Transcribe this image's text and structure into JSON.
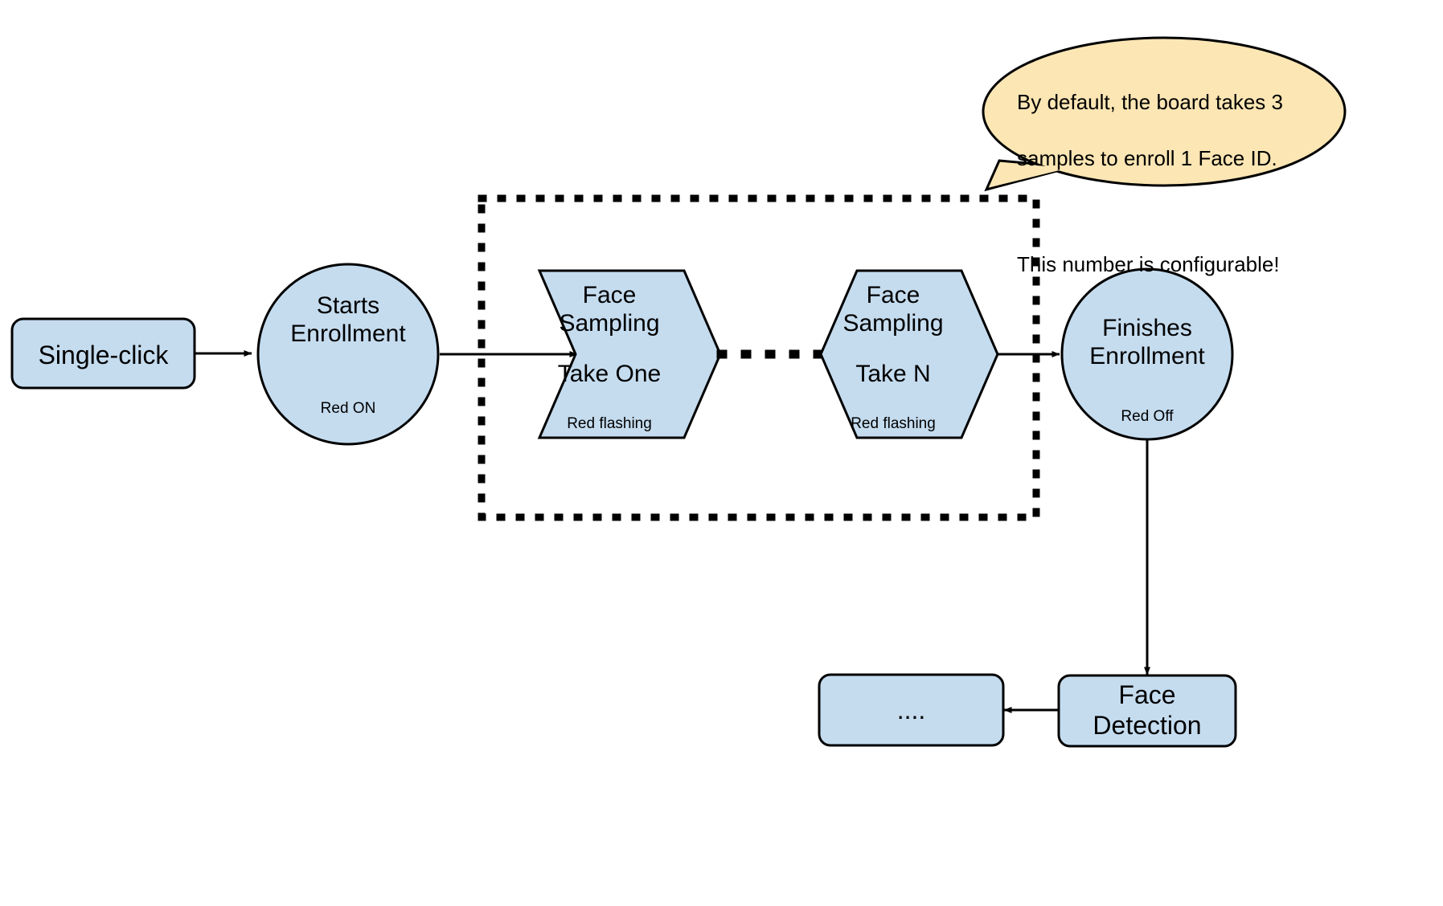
{
  "diagram": {
    "title_nodes": {
      "single_click": "Single-click",
      "starts_enrollment_main": "Starts\nEnrollment",
      "starts_enrollment_sub": "Red ON",
      "sample_one_main": "Face\nSampling",
      "sample_one_take": "Take One",
      "sample_one_sub": "Red flashing",
      "sample_n_main": "Face\nSampling",
      "sample_n_take": "Take N",
      "sample_n_sub": "Red flashing",
      "finishes_enrollment_main": "Finishes\nEnrollment",
      "finishes_enrollment_sub": "Red Off",
      "face_detection": "Face\nDetection",
      "continuation": "...."
    },
    "callout": {
      "line1": "By default, the board takes 3",
      "line2": "samples to enroll 1 Face ID.",
      "line3": "This number is configurable!"
    },
    "colors": {
      "node_fill": "#c5dcef",
      "node_stroke": "#000000",
      "callout_fill": "#fbe6b4",
      "callout_stroke": "#000000",
      "background": "#ffffff",
      "text": "#000000"
    }
  }
}
